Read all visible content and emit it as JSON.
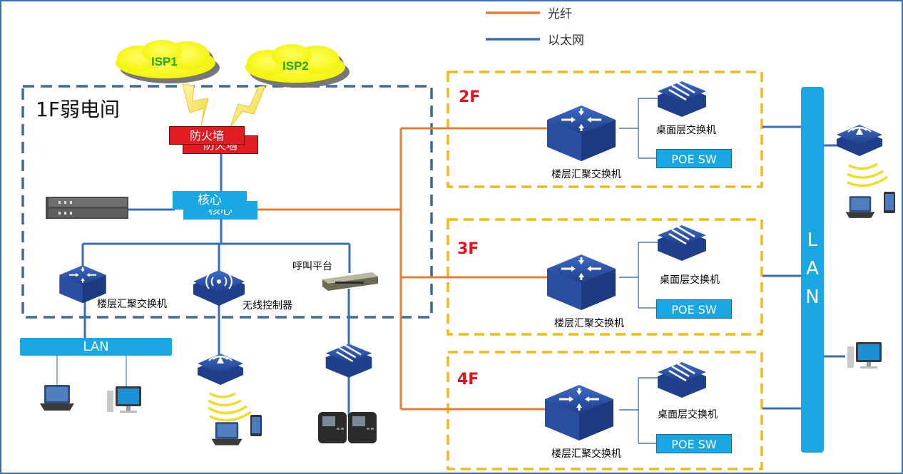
{
  "legend": {
    "fiber": "光纤",
    "ethernet": "以太网"
  },
  "colors": {
    "fiber": "#e87c2e",
    "ethernet": "#3a6db5",
    "dash_room": "#3f6a96",
    "dash_floor": "#f2b81c",
    "floor_text": "#e0141e",
    "box_blue": "#1aa7e4",
    "firewall_red": "#e01b22"
  },
  "room": {
    "title": "1F弱电间"
  },
  "isp": [
    "ISP1",
    "ISP2"
  ],
  "firewall": "防火墙",
  "core": "核心",
  "room_devices": {
    "agg_switch": "楼层汇聚交换机",
    "wireless_controller": "无线控制器",
    "call_platform": "呼叫平台"
  },
  "lan_bar": "LAN",
  "lan_vertical": [
    "L",
    "A",
    "N"
  ],
  "floors": [
    {
      "name": "2F",
      "agg": "楼层汇聚交换机",
      "desktop": "桌面层交换机",
      "poe": "POE SW"
    },
    {
      "name": "3F",
      "agg": "楼层汇聚交换机",
      "desktop": "桌面层交换机",
      "poe": "POE SW"
    },
    {
      "name": "4F",
      "agg": "楼层汇聚交换机",
      "desktop": "桌面层交换机",
      "poe": "POE SW"
    }
  ],
  "icons": [
    "cloud-icon",
    "lightning-icon",
    "server-icon",
    "agg-switch-icon",
    "access-point-icon",
    "wireless-controller-icon",
    "call-platform-icon",
    "desktop-switch-icon",
    "laptop-icon",
    "desktop-pc-icon",
    "tablet-icon",
    "ip-phone-icon",
    "wifi-signal-icon"
  ]
}
